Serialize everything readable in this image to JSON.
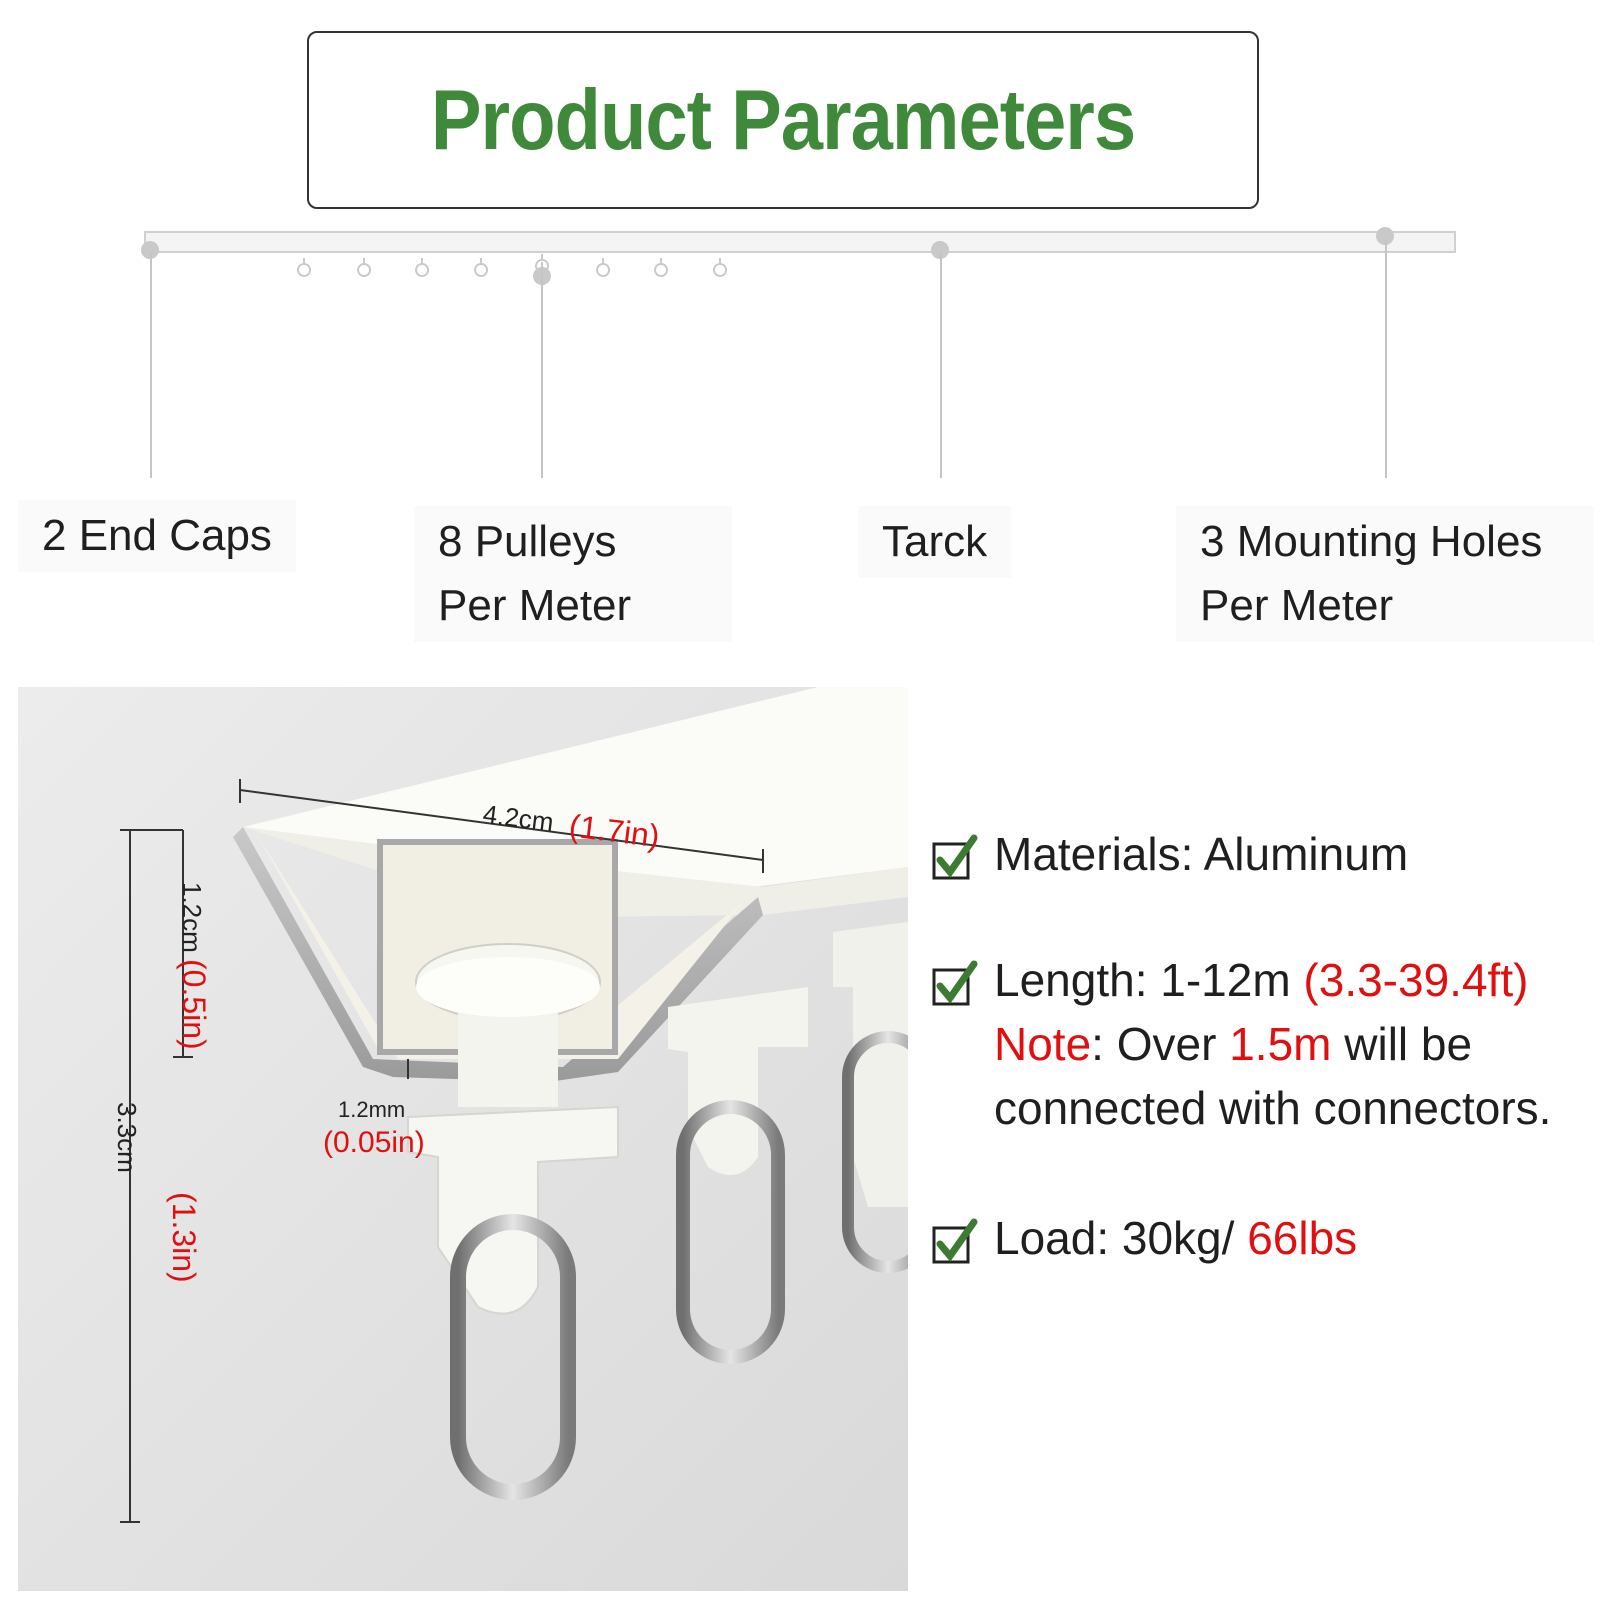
{
  "header": {
    "title": "Product Parameters"
  },
  "parts": {
    "end_caps": "2 End Caps",
    "pulleys_line1": "8 Pulleys",
    "pulleys_line2": "Per Meter",
    "track": "Tarck",
    "holes_line1": "3 Mounting Holes",
    "holes_line2": "Per Meter"
  },
  "dimensions": {
    "width_cm": "4.2cm",
    "width_in": "(1.7in)",
    "depth_cm": "1.2cm",
    "depth_in": "(0.5in)",
    "height_cm": "3.3cm",
    "height_in": "(1.3in)",
    "thickness_mm": "1.2mm",
    "thickness_in": "(0.05in)"
  },
  "specs": {
    "materials": "Materials: Aluminum",
    "length_prefix": "Length: 1-12m ",
    "length_ft": "(3.3-39.4ft)",
    "note_word": "Note",
    "note_mid": ": Over ",
    "note_value": "1.5m",
    "note_end": " will be",
    "note_line3": "connected with connectors.",
    "load_prefix": "Load: 30kg/ ",
    "load_lbs": "66lbs"
  },
  "colors": {
    "title_green": "#3f8a3a",
    "accent_red": "#e01010",
    "check_green": "#3d7a32"
  }
}
